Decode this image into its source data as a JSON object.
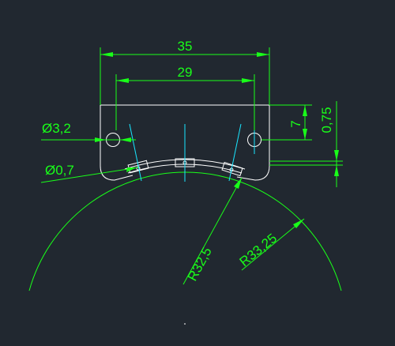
{
  "drawing": {
    "colors": {
      "background": "#212830",
      "dimension": "#19ff19",
      "geometry": "#ffffff",
      "centerline": "#19e6ff"
    },
    "dimensions": {
      "overall_width": "35",
      "hole_spacing": "29",
      "hole_diameter": "Ø3,2",
      "pin_diameter": "Ø0,7",
      "hole_height": "7",
      "edge_offset": "0,75",
      "inner_radius": "R32,5",
      "outer_radius": "R33,25"
    }
  }
}
